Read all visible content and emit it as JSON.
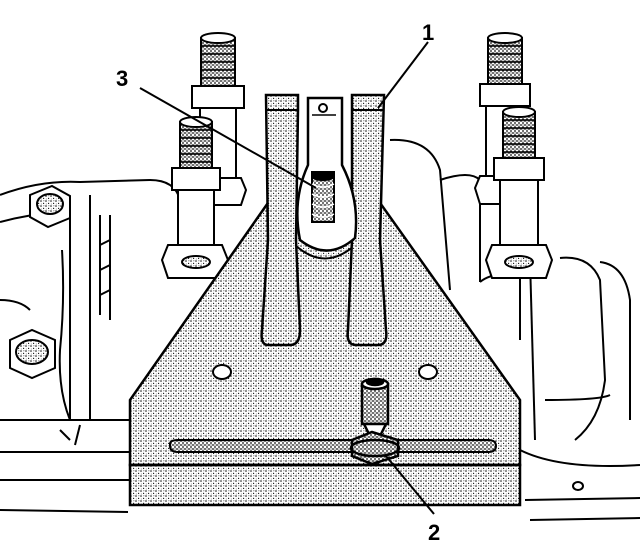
{
  "diagram": {
    "callouts": [
      {
        "id": "1",
        "label": "1"
      },
      {
        "id": "2",
        "label": "2"
      },
      {
        "id": "3",
        "label": "3"
      }
    ],
    "colors": {
      "ink": "#000000",
      "paper": "#ffffff",
      "stipple": "#9a9a9a"
    }
  }
}
